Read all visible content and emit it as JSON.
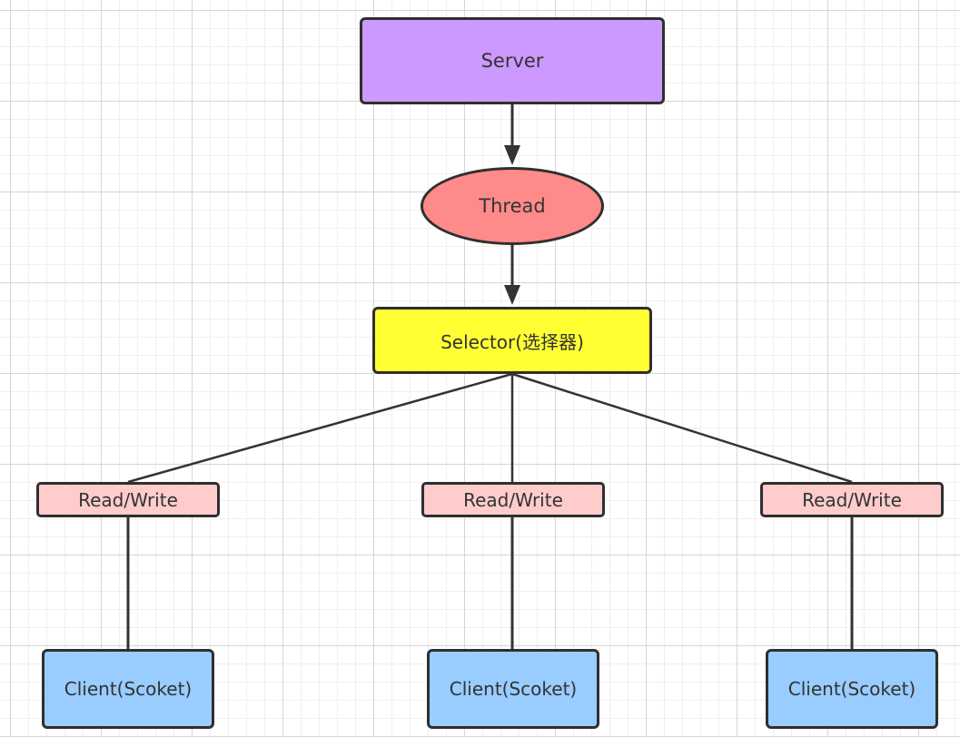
{
  "diagram": {
    "server": {
      "label": "Server",
      "fill": "#cc99ff"
    },
    "thread": {
      "label": "Thread",
      "fill": "#ff8a8a"
    },
    "selector": {
      "label": "Selector(选择器)",
      "fill": "#ffff33"
    },
    "read_write": [
      {
        "label": "Read/Write",
        "fill": "#ffcccc"
      },
      {
        "label": "Read/Write",
        "fill": "#ffcccc"
      },
      {
        "label": "Read/Write",
        "fill": "#ffcccc"
      }
    ],
    "clients": [
      {
        "label": "Client(Scoket)",
        "fill": "#99ccff"
      },
      {
        "label": "Client(Scoket)",
        "fill": "#99ccff"
      },
      {
        "label": "Client(Scoket)",
        "fill": "#99ccff"
      }
    ],
    "colors": {
      "stroke": "#2f2f2f",
      "text": "#333333",
      "grid": "#d6d6d6"
    }
  }
}
